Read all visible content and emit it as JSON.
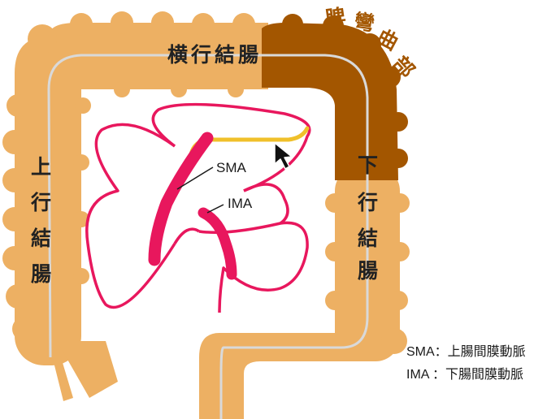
{
  "colors": {
    "colon": "#EDB063",
    "colon_shadow": "#CE9344",
    "flexure": "#A35600",
    "centerline": "#D9D9D9",
    "mesentery": "#E8175D",
    "vessel": "#F0C02A",
    "label_text": "#1A1A1A",
    "flexure_text": "#A35600",
    "on_colon_text": "#222222"
  },
  "segments": {
    "transverse": "横行結腸",
    "splenic_flexure": [
      "脾",
      "彎",
      "曲",
      "部"
    ],
    "ascending": [
      "上",
      "行",
      "結",
      "腸"
    ],
    "descending": [
      "下",
      "行",
      "結",
      "腸"
    ]
  },
  "vessels": {
    "sma": "SMA",
    "ima": "IMA"
  },
  "legend": {
    "sma": "SMA：上腸間膜動脈",
    "ima": "IMA ：下腸間膜動脈"
  },
  "icons": {
    "pointer": "cursor-arrow-icon"
  }
}
